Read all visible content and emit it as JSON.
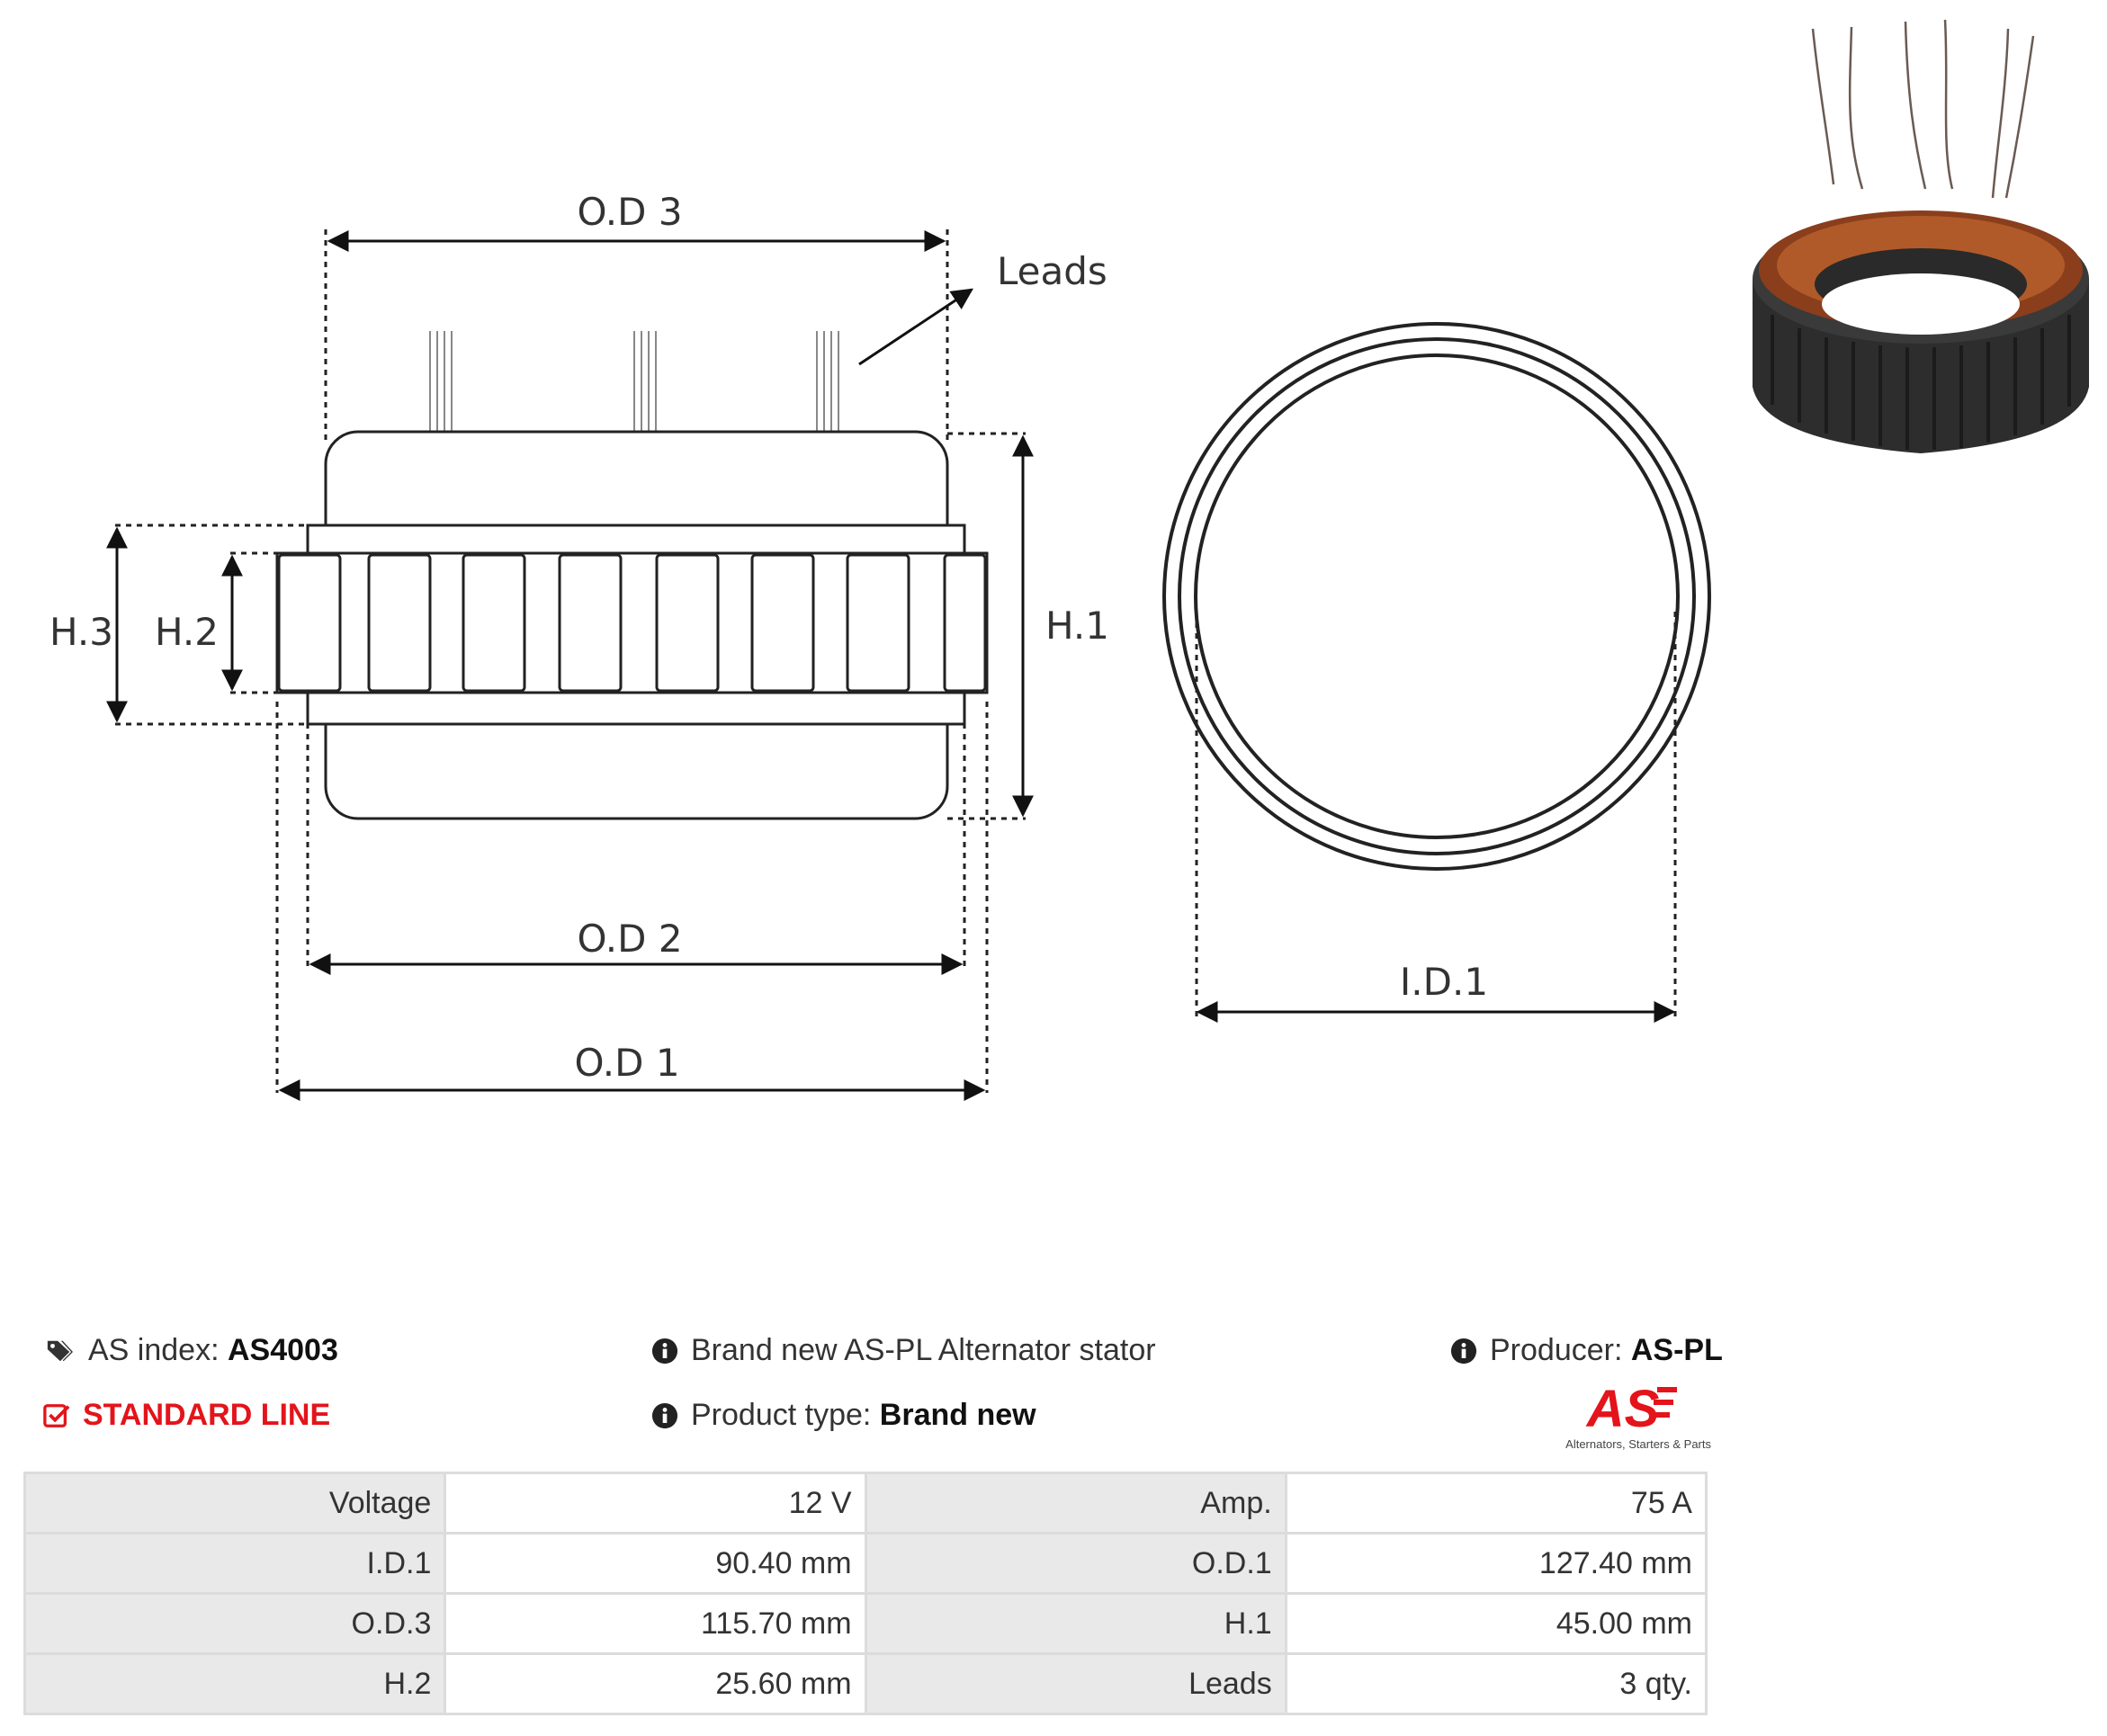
{
  "diagram": {
    "labels": {
      "od3": "O.D 3",
      "leads": "Leads",
      "h3": "H.3",
      "h2": "H.2",
      "h1": "H.1",
      "od2": "O.D 2",
      "od1": "O.D 1",
      "id1": "I.D.1"
    }
  },
  "info": {
    "as_index_label": "AS index:",
    "as_index_value": "AS4003",
    "standard_line": "STANDARD LINE",
    "description": "Brand new AS-PL Alternator stator",
    "product_type_label": "Product type:",
    "product_type_value": "Brand new",
    "producer_label": "Producer:",
    "producer_value": "AS-PL",
    "logo_text": "AS",
    "logo_tagline": "Alternators, Starters & Parts"
  },
  "colors": {
    "accent_red": "#e3141b",
    "coil_copper": "#9a4a22",
    "stator_dark": "#2d2d2d"
  },
  "specs": [
    [
      "Voltage",
      "12 V",
      "Amp.",
      "75 A"
    ],
    [
      "I.D.1",
      "90.40 mm",
      "O.D.1",
      "127.40 mm"
    ],
    [
      "O.D.3",
      "115.70 mm",
      "H.1",
      "45.00 mm"
    ],
    [
      "H.2",
      "25.60 mm",
      "Leads",
      "3 qty."
    ]
  ]
}
